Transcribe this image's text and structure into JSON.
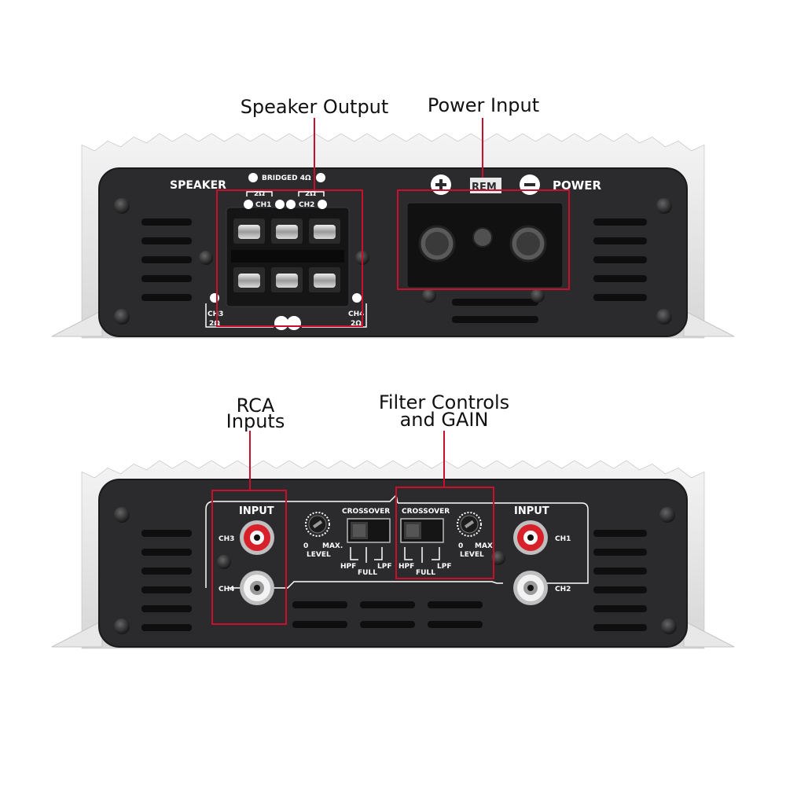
{
  "callouts": {
    "speaker_output": "Speaker Output",
    "power_input": "Power Input",
    "rca_line1": "RCA",
    "rca_line2": "Inputs",
    "filter_line1": "Filter Controls",
    "filter_line2": "and GAIN"
  },
  "top_panel": {
    "speaker": "SPEAKER",
    "bridged": "BRIDGED 4Ω",
    "ohm_2a": "2Ω",
    "ohm_2b": "2Ω",
    "ch1": "CH1",
    "ch2": "CH2",
    "ch3": "CH3",
    "ch4": "CH4",
    "ohm_bl": "2Ω",
    "ohm_br": "2Ω",
    "rem": "REM",
    "power": "POWER"
  },
  "bottom_panel": {
    "input_left": "INPUT",
    "input_right": "INPUT",
    "ch3": "CH3",
    "ch4": "CH4",
    "ch1": "CH1",
    "ch2": "CH2",
    "crossover_left": "CROSSOVER",
    "crossover_right": "CROSSOVER",
    "zero_left": "0",
    "max_left": "MAX.",
    "level_left": "LEVEL",
    "zero_right": "0",
    "max_right": "MAX",
    "level_right": "LEVEL",
    "hpf_left": "HPF",
    "lpf_left": "LPF",
    "full_left": "FULL",
    "hpf_right": "HPF",
    "lpf_right": "LPF",
    "full_right": "FULL"
  },
  "colors": {
    "highlight": "#c8102e",
    "panel": "#2b2b2d",
    "rca_red": "#d8202a",
    "rca_white": "#f2f2f2"
  }
}
